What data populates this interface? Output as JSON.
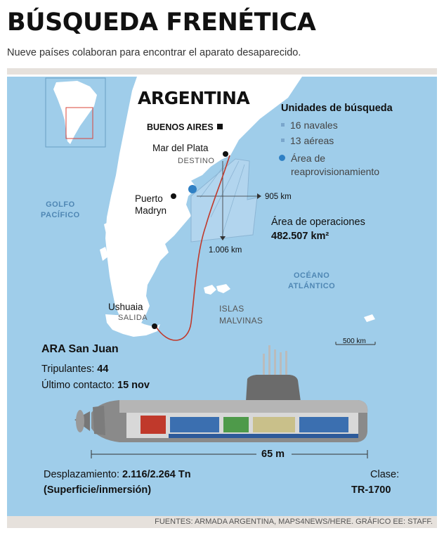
{
  "header": {
    "title": "BÚSQUEDA FRENÉTICA",
    "subtitle": "Nueve países colaboran para encontrar el aparato desaparecido."
  },
  "map": {
    "country_label": "ARGENTINA",
    "ocean_pacific": [
      "GOLFO",
      "PACÍFICO"
    ],
    "ocean_atlantic": [
      "OCÉANO",
      "ATLÁNTICO"
    ],
    "islands": [
      "ISLAS",
      "MALVINAS"
    ],
    "cities": {
      "buenos_aires": "BUENOS AIRES",
      "mar_del_plata": "Mar del Plata",
      "mar_del_plata_note": "DESTINO",
      "puerto_madryn": [
        "Puerto",
        "Madryn"
      ],
      "ushuaia": "Ushuaia",
      "ushuaia_note": "SALIDA"
    },
    "distances": {
      "east": "905 km",
      "south": "1.006 km"
    },
    "operations_area": {
      "label": "Área de operaciones",
      "value": "482.507 km²"
    },
    "scale": "500 km",
    "colors": {
      "sea": "#9fcdea",
      "land": "#ffffff",
      "route": "#c0392b",
      "resupply_dot": "#2f80c4"
    }
  },
  "legend": {
    "title": "Unidades de búsqueda",
    "items": [
      "16 navales",
      "13 aéreas"
    ],
    "resupply": [
      "Área de",
      "reaprovisionamiento"
    ]
  },
  "submarine": {
    "name": "ARA San Juan",
    "crew_label": "Tripulantes:",
    "crew_value": "44",
    "contact_label": "Último contacto:",
    "contact_value": "15 nov",
    "length": "65 m",
    "displacement_label": "Desplazamiento:",
    "displacement_value": "2.116/2.264 Tn",
    "displacement_note": "(Superficie/inmersión)",
    "class_label": "Clase:",
    "class_value": "TR-1700"
  },
  "footer": {
    "sources": "FUENTES: ARMADA ARGENTINA, MAPS4NEWS/HERE. GRÁFICO EE: STAFF."
  }
}
